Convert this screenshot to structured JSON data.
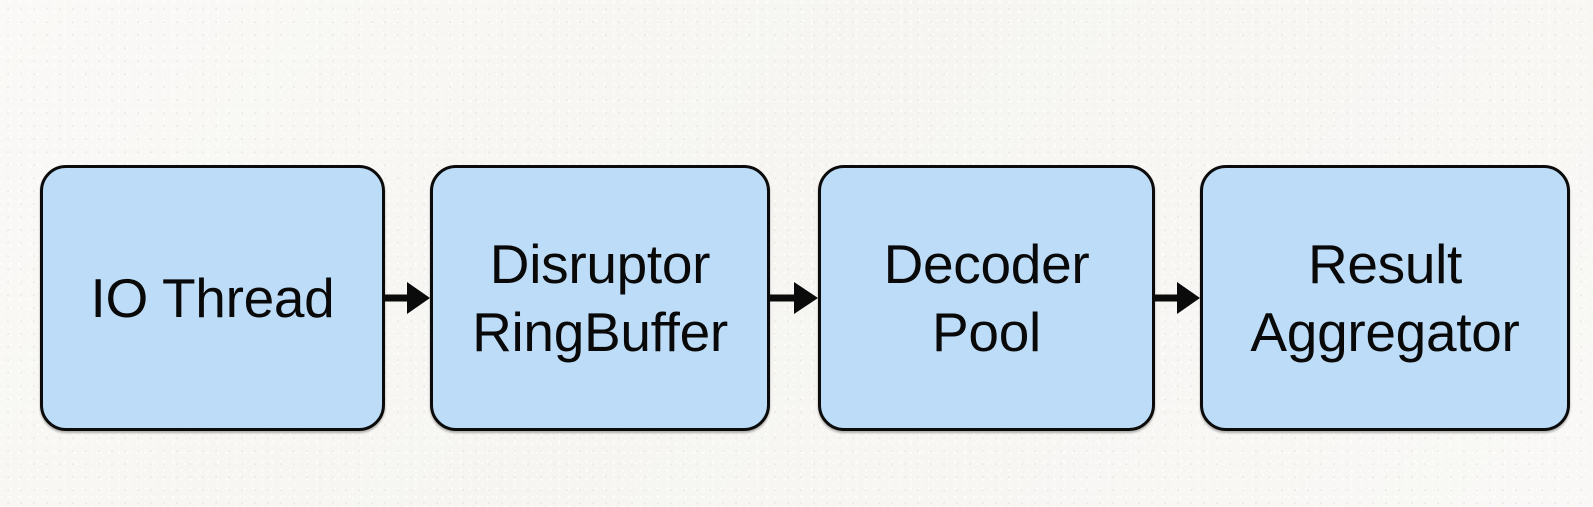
{
  "diagram": {
    "type": "flow-pipeline",
    "orientation": "left-to-right",
    "background_color": "#f8f7f4",
    "node_fill_color": "#bddcf7",
    "node_border_color": "#0b0b0b",
    "text_color": "#090909",
    "arrow_color": "#0b0b0b",
    "nodes": [
      {
        "id": "io-thread",
        "label": "IO Thread"
      },
      {
        "id": "disruptor-ringbuffer",
        "label": "Disruptor\nRingBuffer"
      },
      {
        "id": "decoder-pool",
        "label": "Decoder\nPool"
      },
      {
        "id": "result-aggregator",
        "label": "Result\nAggregator"
      }
    ],
    "edges": [
      {
        "id": "edge-1",
        "from": "io-thread",
        "to": "disruptor-ringbuffer",
        "label": ""
      },
      {
        "id": "edge-2",
        "from": "disruptor-ringbuffer",
        "to": "decoder-pool",
        "label": ""
      },
      {
        "id": "edge-3",
        "from": "decoder-pool",
        "to": "result-aggregator",
        "label": ""
      }
    ]
  }
}
